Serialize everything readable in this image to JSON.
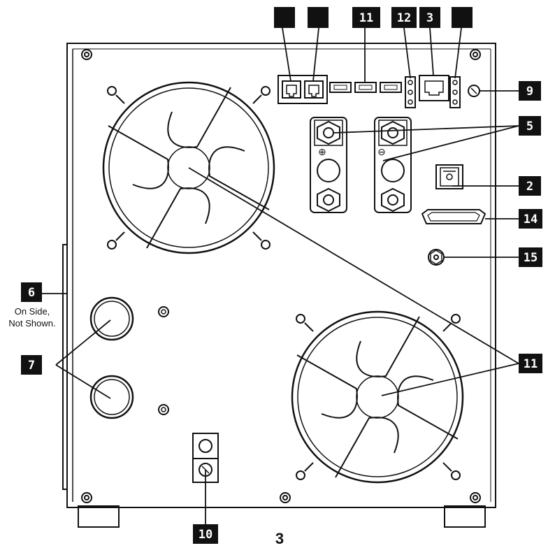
{
  "diagram": {
    "callouts": {
      "top_blank_1": "",
      "top_blank_2": "",
      "top_11": "11",
      "top_12": "12",
      "top_3": "3",
      "top_blank_3": "",
      "c9": "9",
      "c5": "5",
      "c2": "2",
      "c14": "14",
      "c15": "15",
      "c6": "6",
      "c7": "7",
      "c11": "11",
      "c10": "10"
    },
    "side_note_line1": "On Side,",
    "side_note_line2": "Not Shown.",
    "page_number": "3",
    "colors": {
      "ink": "#111111",
      "panel": "#ffffff",
      "label_bg": "#111111",
      "label_text": "#ffffff"
    }
  }
}
